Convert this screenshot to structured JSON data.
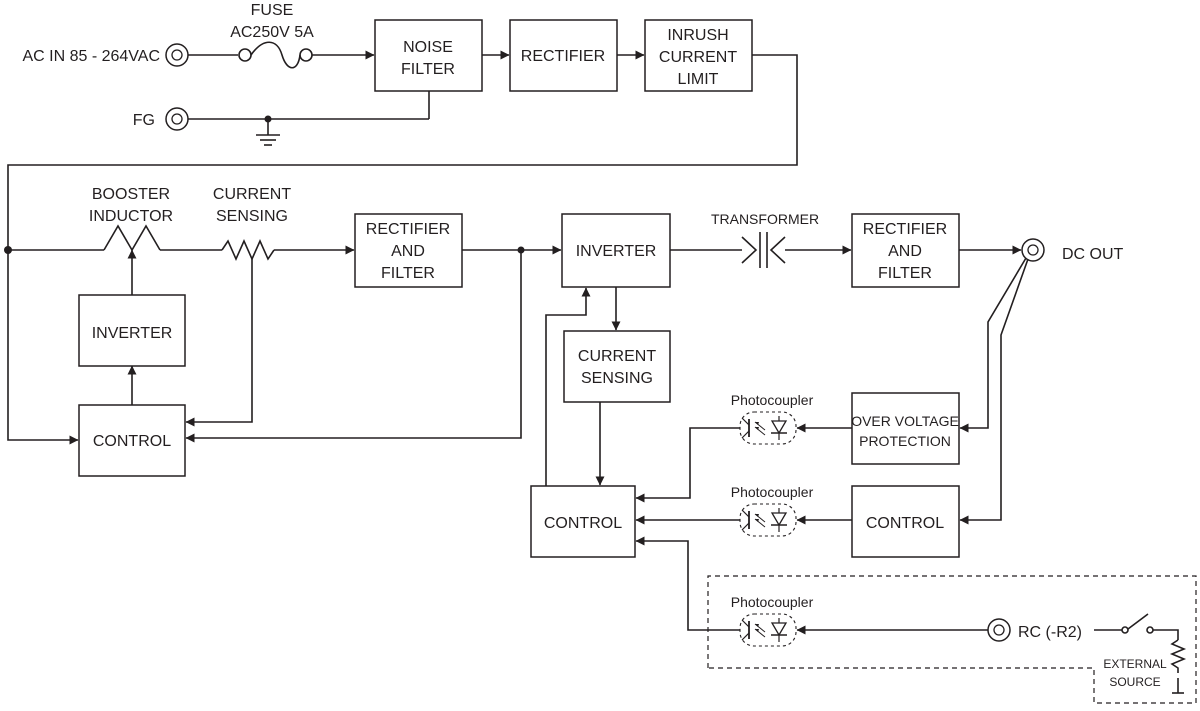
{
  "terminals": {
    "ac_in": "AC IN 85 - 264VAC",
    "fg": "FG",
    "dc_out": "DC OUT",
    "rc": "RC (-R2)"
  },
  "fuse": {
    "line1": "FUSE",
    "line2": "AC250V 5A"
  },
  "blocks": {
    "noise_filter": [
      "NOISE",
      "FILTER"
    ],
    "rectifier_1": [
      "RECTIFIER"
    ],
    "inrush_limit": [
      "INRUSH",
      "CURRENT",
      "LIMIT"
    ],
    "rectifier_filter_1": [
      "RECTIFIER",
      "AND",
      "FILTER"
    ],
    "inverter_main": [
      "INVERTER"
    ],
    "rectifier_filter_2": [
      "RECTIFIER",
      "AND",
      "FILTER"
    ],
    "inverter_pfc": [
      "INVERTER"
    ],
    "control_pfc": [
      "CONTROL"
    ],
    "current_sensing_2": [
      "CURRENT",
      "SENSING"
    ],
    "control_main": [
      "CONTROL"
    ],
    "over_voltage_protection": [
      "OVER VOLTAGE",
      "PROTECTION"
    ],
    "control_output": [
      "CONTROL"
    ]
  },
  "labels": {
    "booster_inductor": [
      "BOOSTER",
      "INDUCTOR"
    ],
    "current_sensing_1": [
      "CURRENT",
      "SENSING"
    ],
    "transformer": "TRANSFORMER",
    "photocoupler_1": "Photocoupler",
    "photocoupler_2": "Photocoupler",
    "photocoupler_3": "Photocoupler",
    "external_source": [
      "EXTERNAL",
      "SOURCE"
    ]
  },
  "icons": {
    "terminal": "double-circle-terminal",
    "ground": "ground-symbol",
    "fuse": "fuse-symbol",
    "resistor": "resistor-zigzag",
    "transformer": "transformer-coupling",
    "photocoupler": "optocoupler-led-transistor",
    "switch": "switch-symbol"
  },
  "colors": {
    "line": "#231f20",
    "background": "#ffffff"
  }
}
